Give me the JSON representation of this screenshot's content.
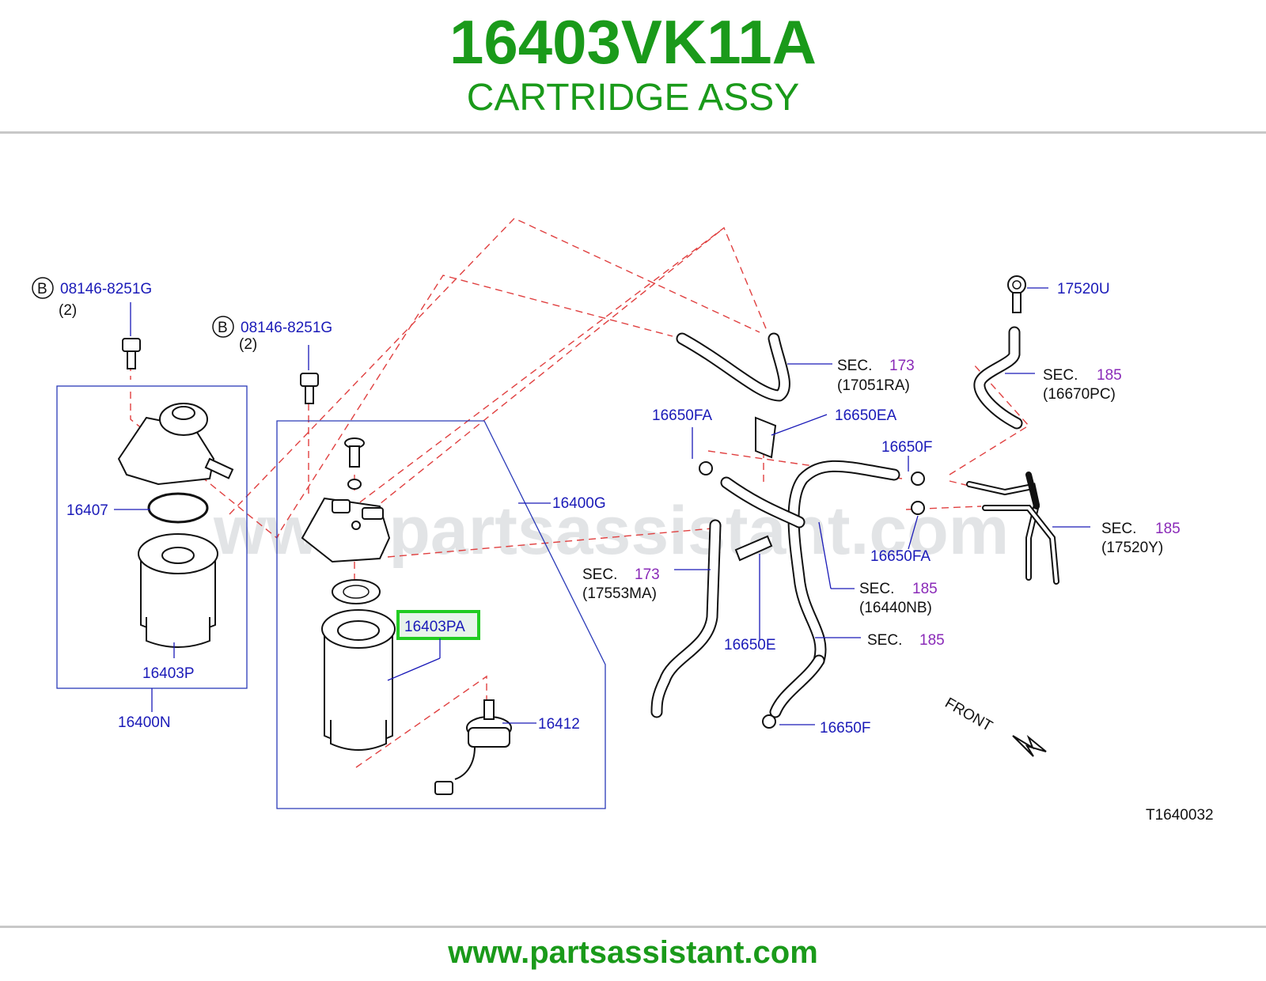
{
  "header": {
    "part_number": "16403VK11A",
    "description": "CARTRIDGE ASSY"
  },
  "diagram": {
    "watermark": "www.partsassistant.com",
    "figure_code": "T1640032",
    "front_label": "FRONT",
    "bolt_marker": "B",
    "callouts": {
      "bolt_a": "08146-8251G",
      "bolt_a_qty": "(2)",
      "bolt_b": "08146-8251G",
      "bolt_b_qty": "(2)",
      "c16407": "16407",
      "c16403p": "16403P",
      "c16400n": "16400N",
      "c16400g": "16400G",
      "c16403pa": "16403PA",
      "c16412": "16412",
      "c16650fa_top": "16650FA",
      "c16650ea": "16650EA",
      "c16650f_top": "16650F",
      "c16650fa_mid": "16650FA",
      "c16650e": "16650E",
      "c16650f_bottom": "16650F",
      "c17520u": "17520U"
    },
    "sections": [
      {
        "prefix": "SEC.",
        "number": "173",
        "ref": "(17051RA)"
      },
      {
        "prefix": "SEC.",
        "number": "185",
        "ref": "(16670PC)"
      },
      {
        "prefix": "SEC.",
        "number": "185",
        "ref": "(17520Y)"
      },
      {
        "prefix": "SEC.",
        "number": "173",
        "ref": "(17553MA)"
      },
      {
        "prefix": "SEC.",
        "number": "185",
        "ref": "(16440NB)"
      },
      {
        "prefix": "SEC.",
        "number": "185",
        "ref": ""
      }
    ],
    "highlight_color": "#22cc22"
  },
  "footer": {
    "url": "www.partsassistant.com"
  }
}
